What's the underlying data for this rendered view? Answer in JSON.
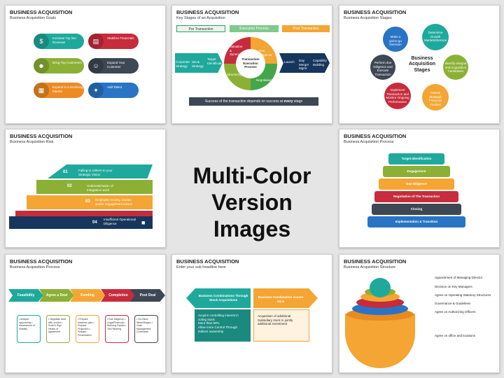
{
  "center": {
    "line1": "Multi-Color",
    "line2": "Version Images"
  },
  "slides": {
    "goals": {
      "title": "BUSINESS ACQUISITION",
      "subtitle": "Business Acquisition Goals",
      "items": [
        "Increase Top line Revenue",
        "Stabilize Financials",
        "Bring Top Customers",
        "Expand Your Customer",
        "Expand in a Declining Market",
        "Add Talent"
      ]
    },
    "stages": {
      "title": "BUSINESS ACQUISITION",
      "subtitle": "Key Stages of an Acquisition",
      "heads": [
        "Pre Transaction",
        "Execution Process",
        "Post Transaction"
      ],
      "left": [
        "Corporate Strategy",
        "Set & Strategy",
        "Target Identification"
      ],
      "ring": [
        "Valuation & Synergies",
        "Due Diligence",
        "Negotiation",
        "Structuring"
      ],
      "ring_center": "Transaction Execution Process",
      "right": [
        "Launch",
        "Day Merger Mgmt",
        "Capability Building"
      ],
      "footer_pre": "Success of the transaction depends on success at ",
      "footer_bold": "every",
      "footer_post": " stage"
    },
    "acq_stages": {
      "title": "BUSINESS ACQUISITION",
      "subtitle": "Business Acquisition Stages",
      "center": "Business Acquisition Stages",
      "items": [
        "Make a go/no-go Decision",
        "Determine Growth Markets/Service",
        "Identify Integral and Acquisition Candidates",
        "Assess Strategic Financial Position",
        "Implement Transaction and Monitor Ongoing Performance",
        "Perform due Diligence and Execute Transaction"
      ]
    },
    "risk": {
      "title": "BUSINESS ACQUISITION",
      "subtitle": "Business Acquisition Risk",
      "items": [
        {
          "num": "01",
          "text": "Failing to Adhere to your Strategic Vision"
        },
        {
          "num": "02",
          "text": "Underestimation of Integration work"
        },
        {
          "num": "03",
          "text": "Employee Anxiety, morale and/or engagement issues"
        },
        {
          "num": "04",
          "text": "Insufficient Operational Diligence"
        }
      ]
    },
    "process": {
      "title": "BUSINESS ACQUISITION",
      "subtitle": "Business Acquisition Process",
      "steps": [
        "Target Identification",
        "Engagement",
        "Due Diligence",
        "Negotiation of The Transaction",
        "Closing",
        "Implementation & Transition"
      ]
    },
    "process2": {
      "title": "BUSINESS ACQUISITION",
      "subtitle": "Business Acquisition Process",
      "steps": [
        "Feasibility",
        "Agree a Deal",
        "Funding",
        "Completion",
        "Post Deal"
      ],
      "boxes": [
        "• Analyze opportunity • Assessment of Viability",
        "• Negotiate deal with vendor • Draft & Sign Heads of Agreement",
        "• Prepare business plan • Prepare Projection • Prepare Presentation",
        "• Due Diligence • Legal/Financial • Working Capital • Tax Planning",
        "• On-Hand Week/Stages • Cash Management Covenants"
      ]
    },
    "combination": {
      "title": "BUSINESS ACQUISITION",
      "subtitle": "Enter your sub headline here",
      "left_head": "Business Combinations Through Stock Acquisitions",
      "left_items": [
        "Acquire controlling interest in voting stock",
        "More than 50%",
        "Allow more Control Through indirect ownership"
      ],
      "right_head": "Business Combination occurs once",
      "right_items": [
        "Acquisition of additional Subsidiary stock in jointly additional investment"
      ]
    },
    "structure": {
      "title": "BUSINESS ACQUISITION",
      "subtitle": "Business Acquisition Structure",
      "labels": [
        "Appointment of Managing Director",
        "Decision on Key Managers",
        "Agree on Operating Statutory Structures",
        "Governance & Guidelines",
        "Agree on Authorizing Officers",
        "Agree on office and locations"
      ]
    }
  }
}
